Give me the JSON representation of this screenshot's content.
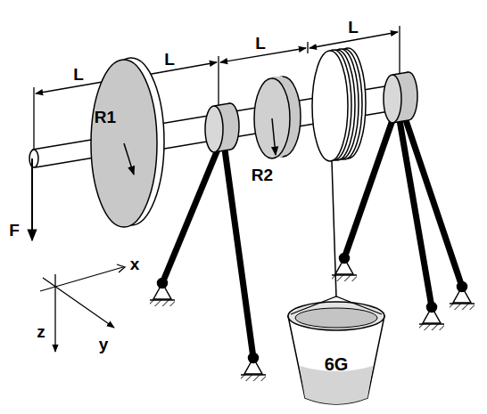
{
  "diagram": {
    "nodes": [
      {
        "text": [
          "6G"
        ]
      }
    ],
    "labels": [
      "L",
      "L",
      "L",
      "L",
      "R1",
      "R2",
      "F",
      "x",
      "y",
      "z"
    ]
  }
}
